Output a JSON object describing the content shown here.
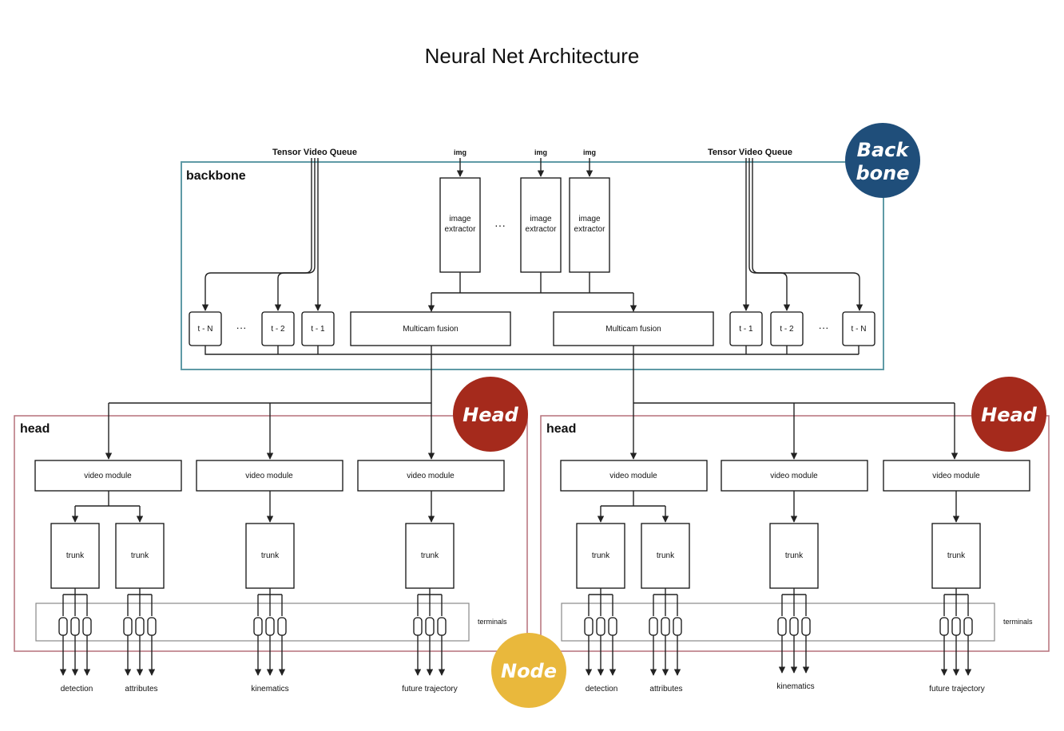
{
  "title": "Neural Net Architecture",
  "backbone": {
    "label": "backbone",
    "queue_left": "Tensor Video Queue",
    "queue_right": "Tensor Video Queue",
    "img": [
      "img",
      "img",
      "img"
    ],
    "extractor": [
      "image",
      "extractor"
    ],
    "ellipsis": "···",
    "frames_left": [
      "t - N",
      "t - 2",
      "t - 1"
    ],
    "frames_right": [
      "t - 1",
      "t - 2",
      "t - N"
    ],
    "fusion": [
      "Multicam fusion",
      "Multicam fusion"
    ]
  },
  "heads": [
    {
      "label": "head",
      "video_modules": [
        "video module",
        "video module",
        "video module"
      ],
      "trunks": [
        "trunk",
        "trunk",
        "trunk",
        "trunk"
      ],
      "terminals": "terminals",
      "outputs": [
        "detection",
        "attributes",
        "kinematics",
        "future trajectory"
      ]
    },
    {
      "label": "head",
      "video_modules": [
        "video module",
        "video module",
        "video module"
      ],
      "trunks": [
        "trunk",
        "trunk",
        "trunk",
        "trunk"
      ],
      "terminals": "terminals",
      "outputs": [
        "detection",
        "attributes",
        "kinematics",
        "future trajectory"
      ]
    }
  ],
  "badges": {
    "backbone": [
      "Back",
      "bone"
    ],
    "head_left": "Head",
    "head_right": "Head",
    "node": "Node"
  },
  "colors": {
    "backbone_frame": "#5f9aa6",
    "head_frame": "#b5707a",
    "terminals_frame": "#888888",
    "badge_backbone": "#1f4e7a",
    "badge_head": "#a52a1c",
    "badge_node": "#e9b83c"
  }
}
